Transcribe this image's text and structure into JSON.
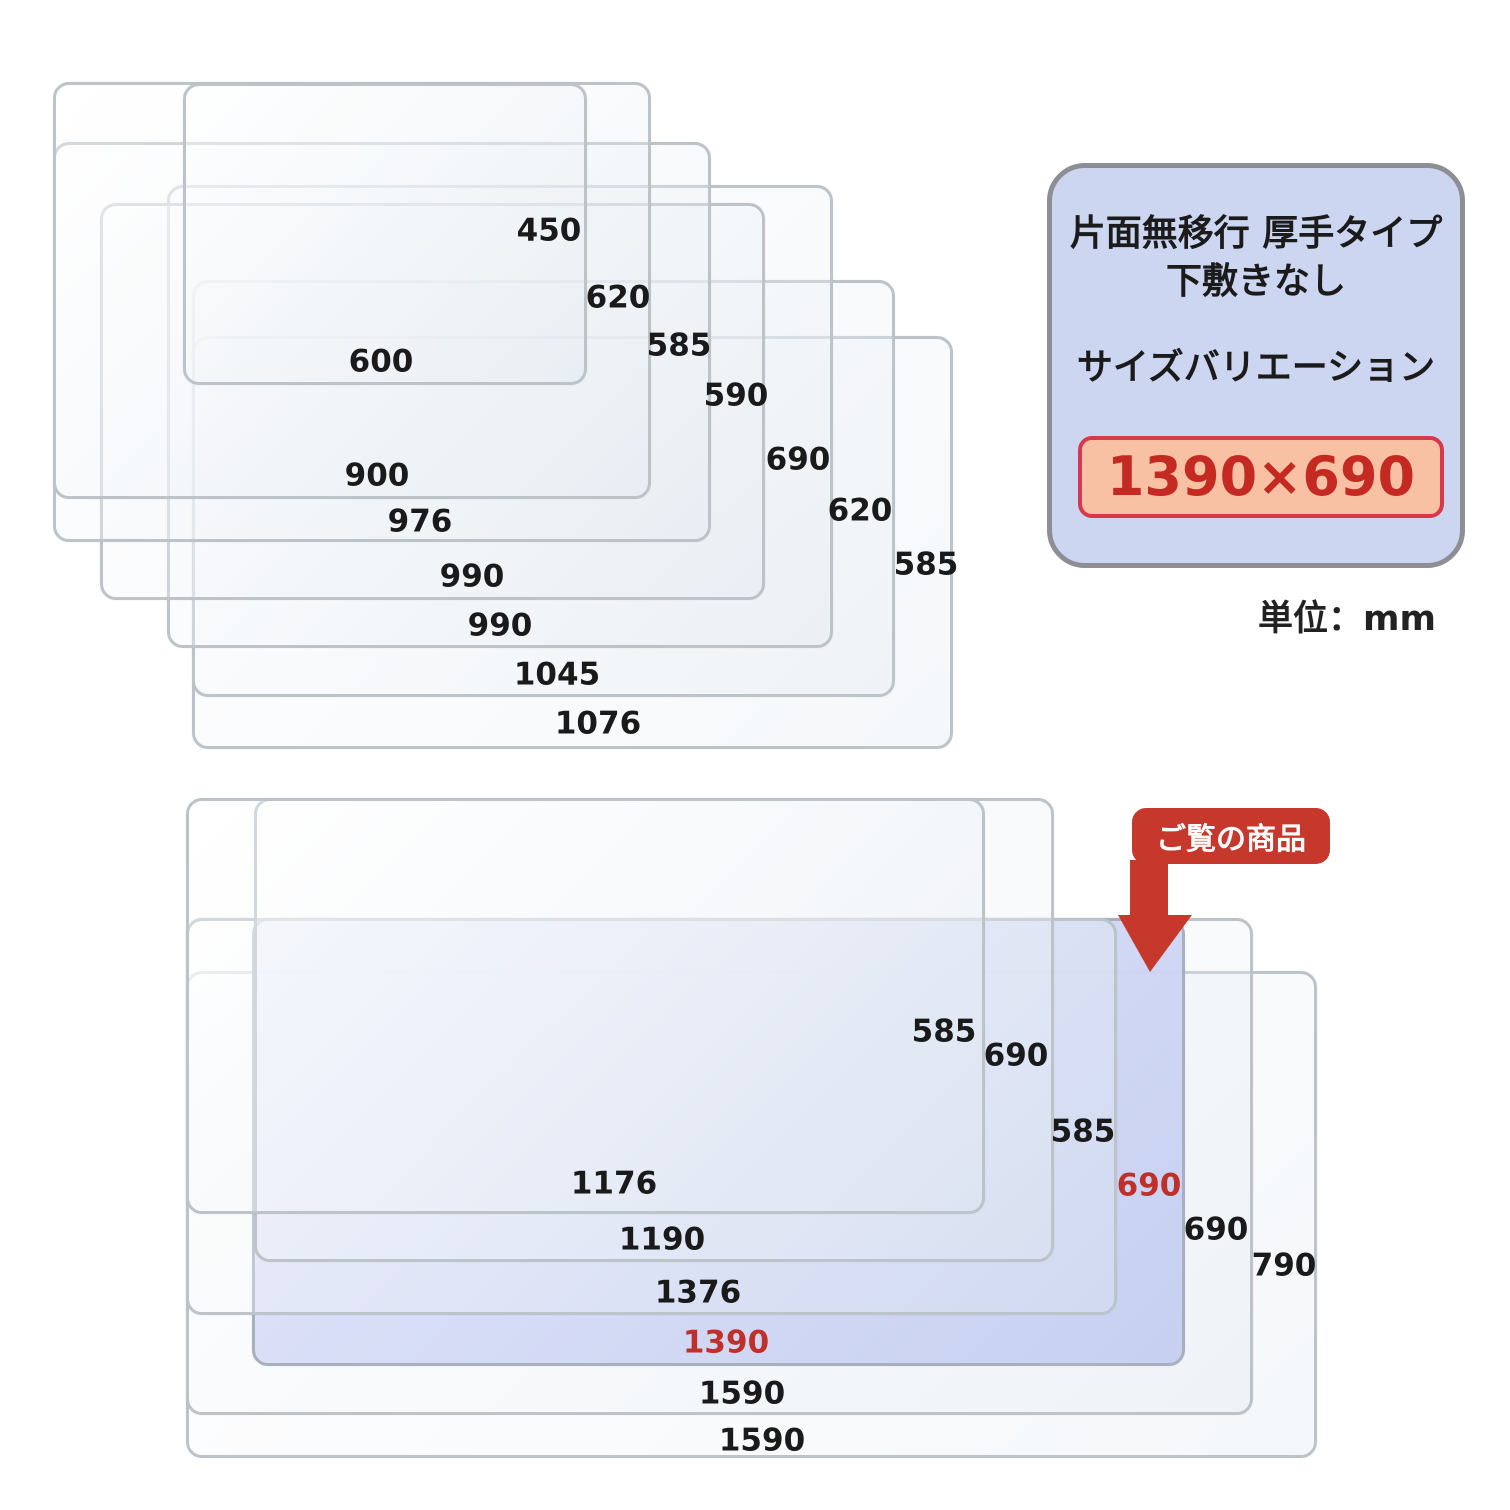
{
  "info": {
    "line1": "片面無移行 厚手タイプ",
    "line2": "下敷きなし",
    "line3": "サイズバリエーション",
    "selected_size": "1390×690"
  },
  "unit_label": "単位：mm",
  "badge_label": "ご覧の商品",
  "colors": {
    "accent_red": "#c7382c",
    "info_box_bg": "#cdd6f1",
    "size_box_bg": "#f8c1a4",
    "highlight_sheet": "#c4cef0"
  },
  "sizes": [
    {
      "width": "600",
      "depth": "450"
    },
    {
      "width": "900",
      "depth": "620"
    },
    {
      "width": "976",
      "depth": "585"
    },
    {
      "width": "990",
      "depth": "590"
    },
    {
      "width": "990",
      "depth": "690"
    },
    {
      "width": "1045",
      "depth": "620"
    },
    {
      "width": "1076",
      "depth": "585"
    },
    {
      "width": "1176",
      "depth": "585"
    },
    {
      "width": "1190",
      "depth": "690"
    },
    {
      "width": "1376",
      "depth": "585"
    },
    {
      "width": "1390",
      "depth": "690",
      "selected": true
    },
    {
      "width": "1590",
      "depth": "690"
    },
    {
      "width": "1590",
      "depth": "790"
    }
  ]
}
